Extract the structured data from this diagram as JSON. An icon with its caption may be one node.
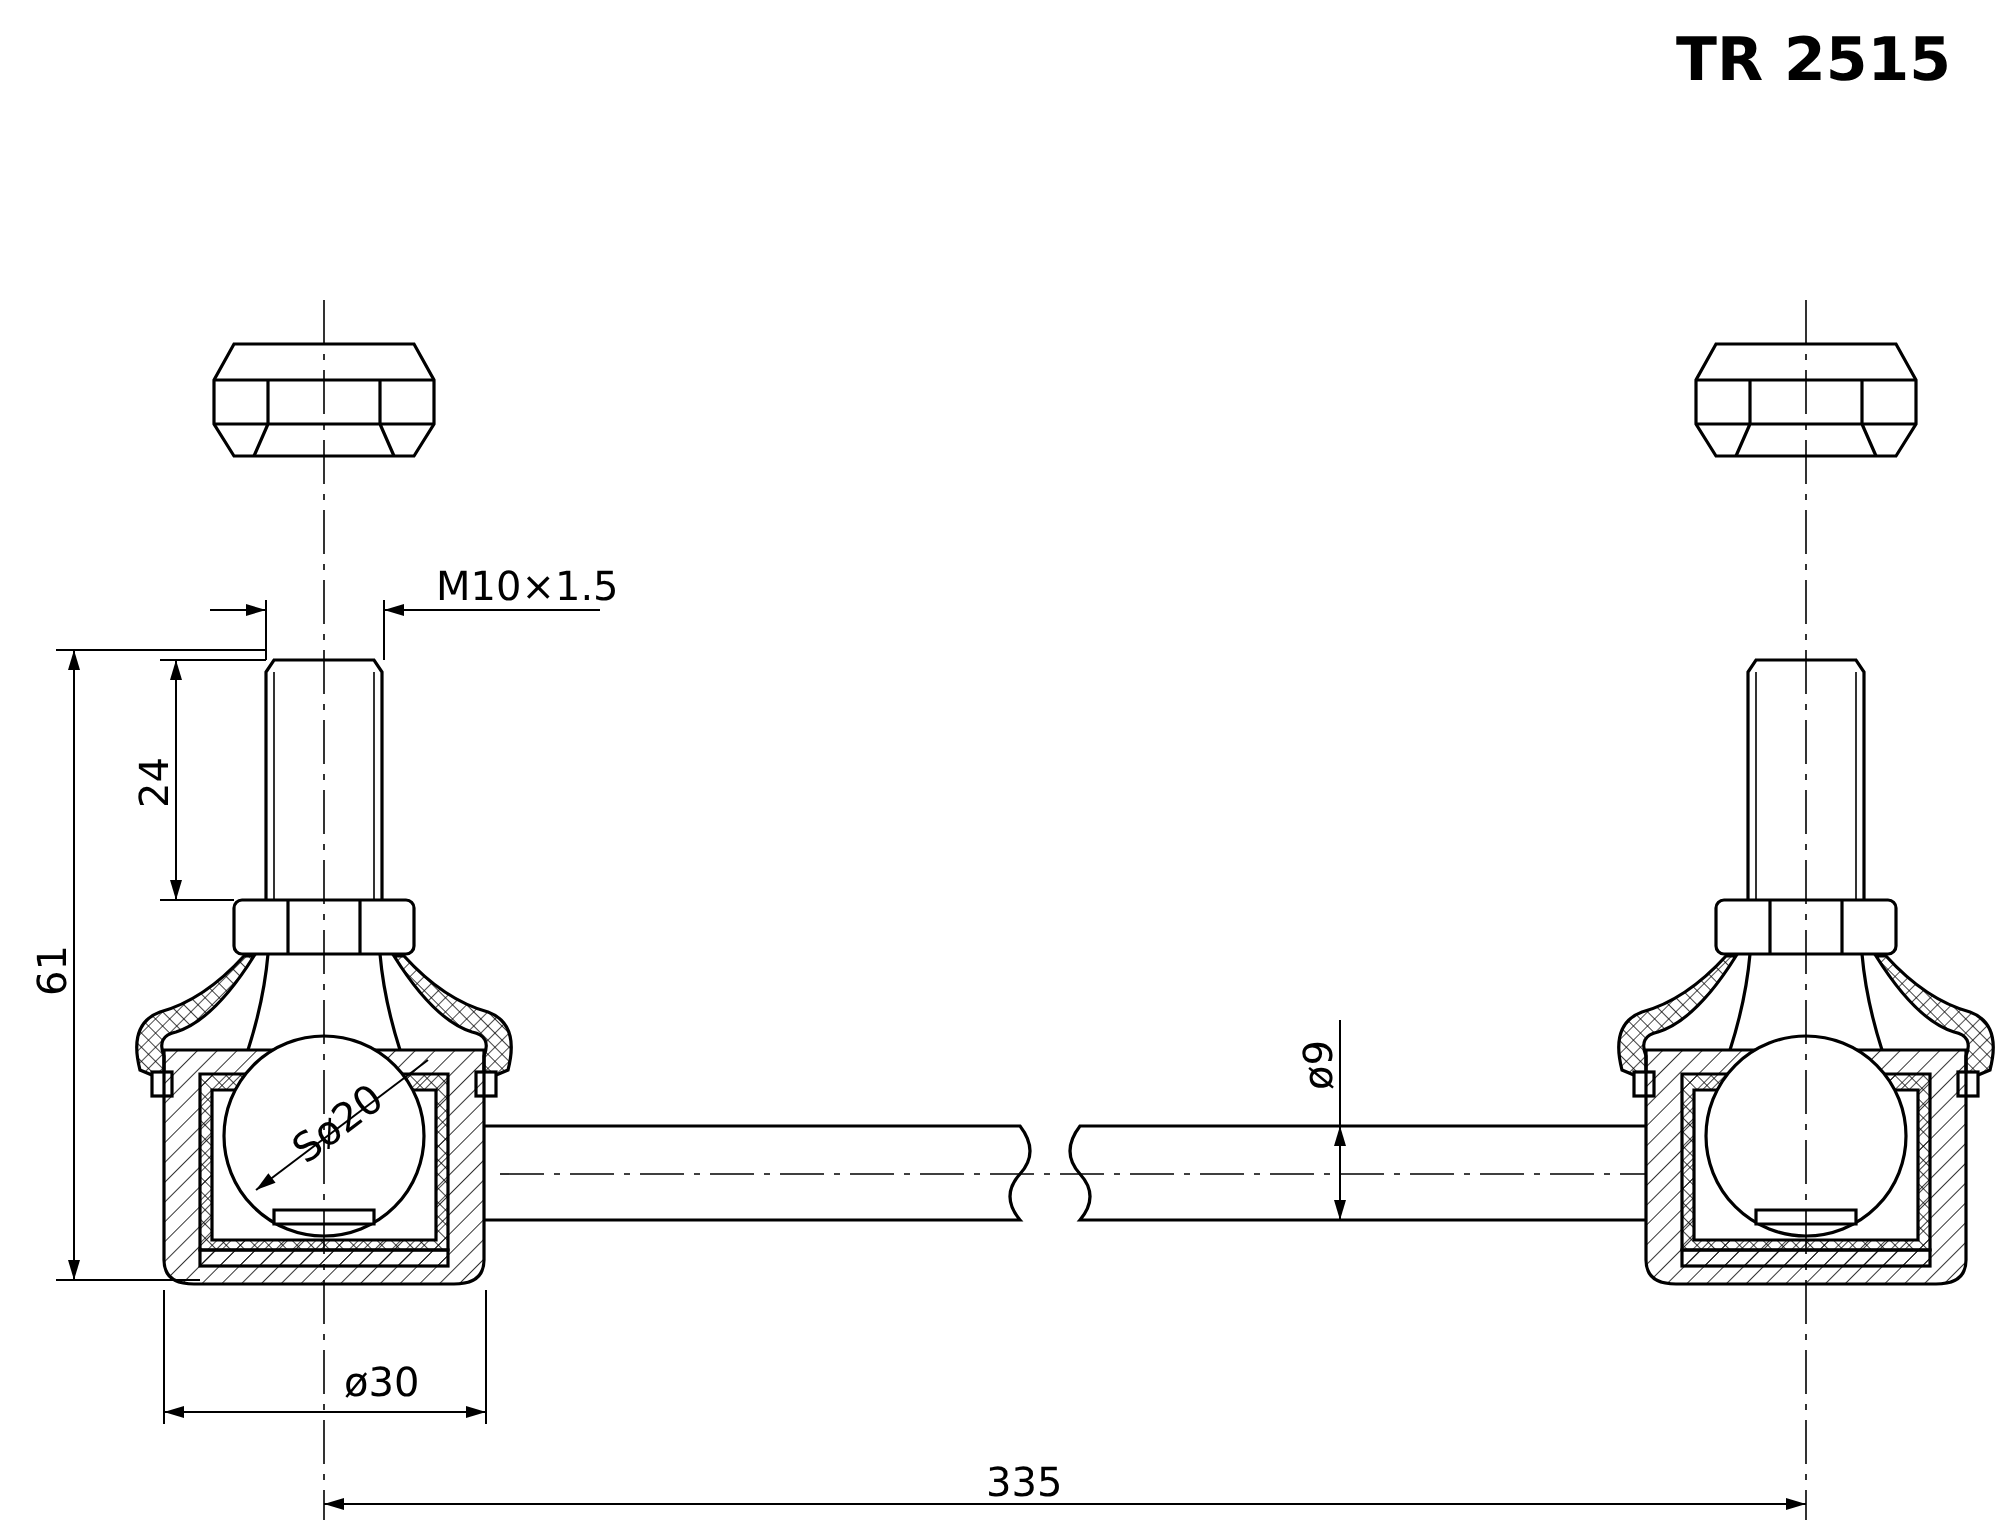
{
  "diagram": {
    "labels": [
      "TR 2515",
      "M10×1.5",
      "24",
      "61",
      "Sø20",
      "ø9",
      "ø30",
      "335"
    ]
  }
}
